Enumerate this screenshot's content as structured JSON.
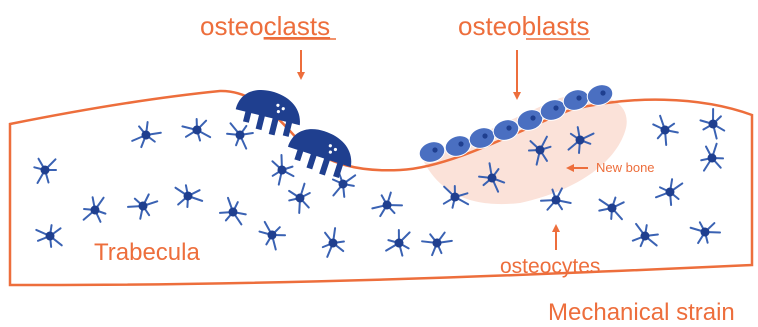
{
  "labels": {
    "osteoclasts_prefix": "osteo",
    "osteoclasts_suffix": "clasts",
    "osteoblasts_prefix": "osteo",
    "osteoblasts_suffix": "blasts",
    "new_bone": "New bone",
    "trabecula": "Trabecula",
    "osteocytes": "osteocytes",
    "mechanical_strain": "Mechanical strain"
  },
  "colors": {
    "accent": "#ed6e3c",
    "cell_dark": "#1f3f8f",
    "cell_blue": "#3a62b3",
    "new_bone": "#fbe2d9",
    "arrow": "#ed6e3c"
  },
  "icons": {
    "osteocyte": "osteocyte-star-icon",
    "osteoclast": "osteoclast-icon",
    "osteoblast": "osteoblast-icon"
  }
}
